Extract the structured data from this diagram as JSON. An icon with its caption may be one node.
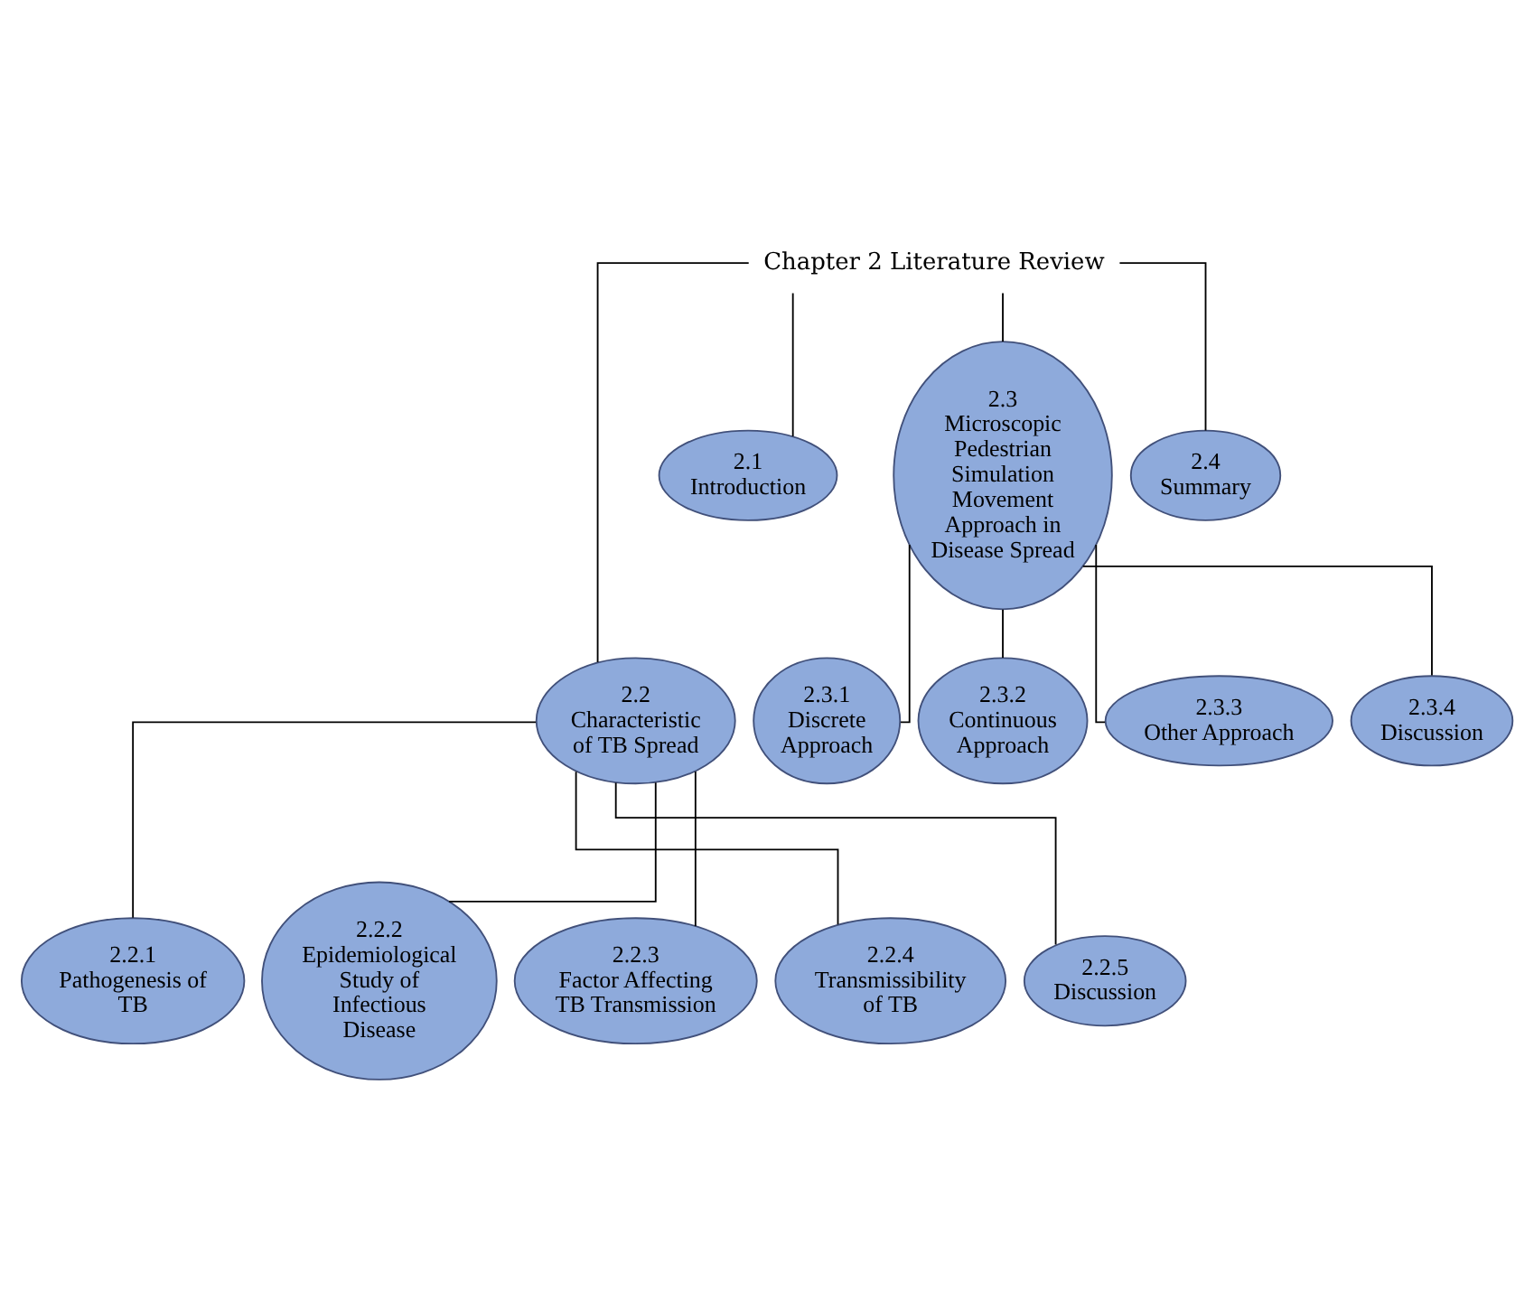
{
  "diagram": {
    "nodes": [
      {
        "text": [
          "Chapter 2 Literature Review"
        ]
      },
      {
        "text": [
          "2.1 Introduction"
        ]
      },
      {
        "text": [
          "2.2 Characteristic of TB Spread"
        ]
      },
      {
        "text": [
          "2.3 Microscopic Pedestrian Simulation Movement Approach in Disease Spread"
        ]
      },
      {
        "text": [
          "2.4 Summary"
        ]
      },
      {
        "text": [
          "2.3.1 Discrete Approach"
        ]
      },
      {
        "text": [
          "2.3.2 Continuous Approach"
        ]
      },
      {
        "text": [
          "2.3.3 Other Approach"
        ]
      },
      {
        "text": [
          "2.3.4 Discussion"
        ]
      },
      {
        "text": [
          "2.2.1 Pathogenesis of TB"
        ]
      },
      {
        "text": [
          "2.2.2 Epidemiological Study of Infectious Disease"
        ]
      },
      {
        "text": [
          "2.2.3 Factor Affecting TB Transmission"
        ]
      },
      {
        "text": [
          "2.2.4 Transmissibility of TB"
        ]
      },
      {
        "text": [
          "2.2.5 Discussion"
        ]
      }
    ],
    "edges": [
      {
        "from": 0,
        "to": 1,
        "arrow": "none"
      },
      {
        "from": 0,
        "to": 2,
        "arrow": "none"
      },
      {
        "from": 0,
        "to": 3,
        "arrow": "none"
      },
      {
        "from": 0,
        "to": 4,
        "arrow": "none"
      },
      {
        "from": 3,
        "to": 5,
        "arrow": "none"
      },
      {
        "from": 3,
        "to": 6,
        "arrow": "none"
      },
      {
        "from": 3,
        "to": 7,
        "arrow": "none"
      },
      {
        "from": 3,
        "to": 8,
        "arrow": "none"
      },
      {
        "from": 2,
        "to": 9,
        "arrow": "none"
      },
      {
        "from": 2,
        "to": 10,
        "arrow": "none"
      },
      {
        "from": 2,
        "to": 11,
        "arrow": "none"
      },
      {
        "from": 2,
        "to": 12,
        "arrow": "none"
      },
      {
        "from": 2,
        "to": 13,
        "arrow": "none"
      }
    ]
  }
}
